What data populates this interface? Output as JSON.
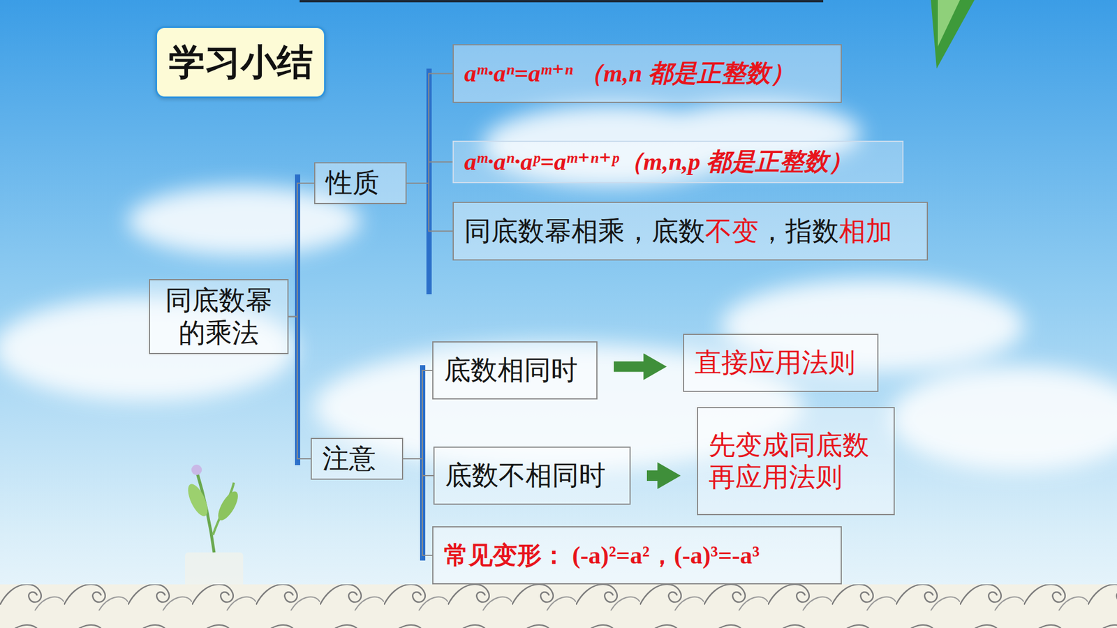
{
  "diagram": {
    "title": "学习小结",
    "nodes": [
      {
        "text": [
          "同底数幂 的乘法"
        ]
      },
      {
        "text": [
          "性质"
        ]
      },
      {
        "text": [
          "aᵐ·aⁿ=aᵐ⁺ⁿ （m,n 都是正整数）"
        ]
      },
      {
        "text": [
          "aᵐ·aⁿ·aᵖ=aᵐ⁺ⁿ⁺ᵖ（m,n,p 都是正整数）"
        ]
      },
      {
        "text": [
          "同底数幂相乘，底数",
          "不变",
          "，指数",
          "相加"
        ]
      },
      {
        "text": [
          "注意"
        ]
      },
      {
        "text": [
          "底数相同时"
        ]
      },
      {
        "text": [
          "直接应用法则"
        ]
      },
      {
        "text": [
          "底数不相同时"
        ]
      },
      {
        "text": [
          "先变成同底数 再应用法则"
        ]
      },
      {
        "text": [
          "常见变形： (-a)²=a²，(-a)³=-a³"
        ]
      }
    ],
    "edges": [
      {
        "from": 0,
        "to": 1,
        "arrow": "none"
      },
      {
        "from": 0,
        "to": 5,
        "arrow": "none"
      },
      {
        "from": 1,
        "to": 2,
        "arrow": "none"
      },
      {
        "from": 1,
        "to": 3,
        "arrow": "none"
      },
      {
        "from": 1,
        "to": 4,
        "arrow": "none"
      },
      {
        "from": 5,
        "to": 6,
        "arrow": "none"
      },
      {
        "from": 5,
        "to": 8,
        "arrow": "none"
      },
      {
        "from": 5,
        "to": 10,
        "arrow": "none"
      },
      {
        "from": 6,
        "to": 7,
        "arrow": "to"
      },
      {
        "from": 8,
        "to": 9,
        "arrow": "to"
      }
    ]
  }
}
